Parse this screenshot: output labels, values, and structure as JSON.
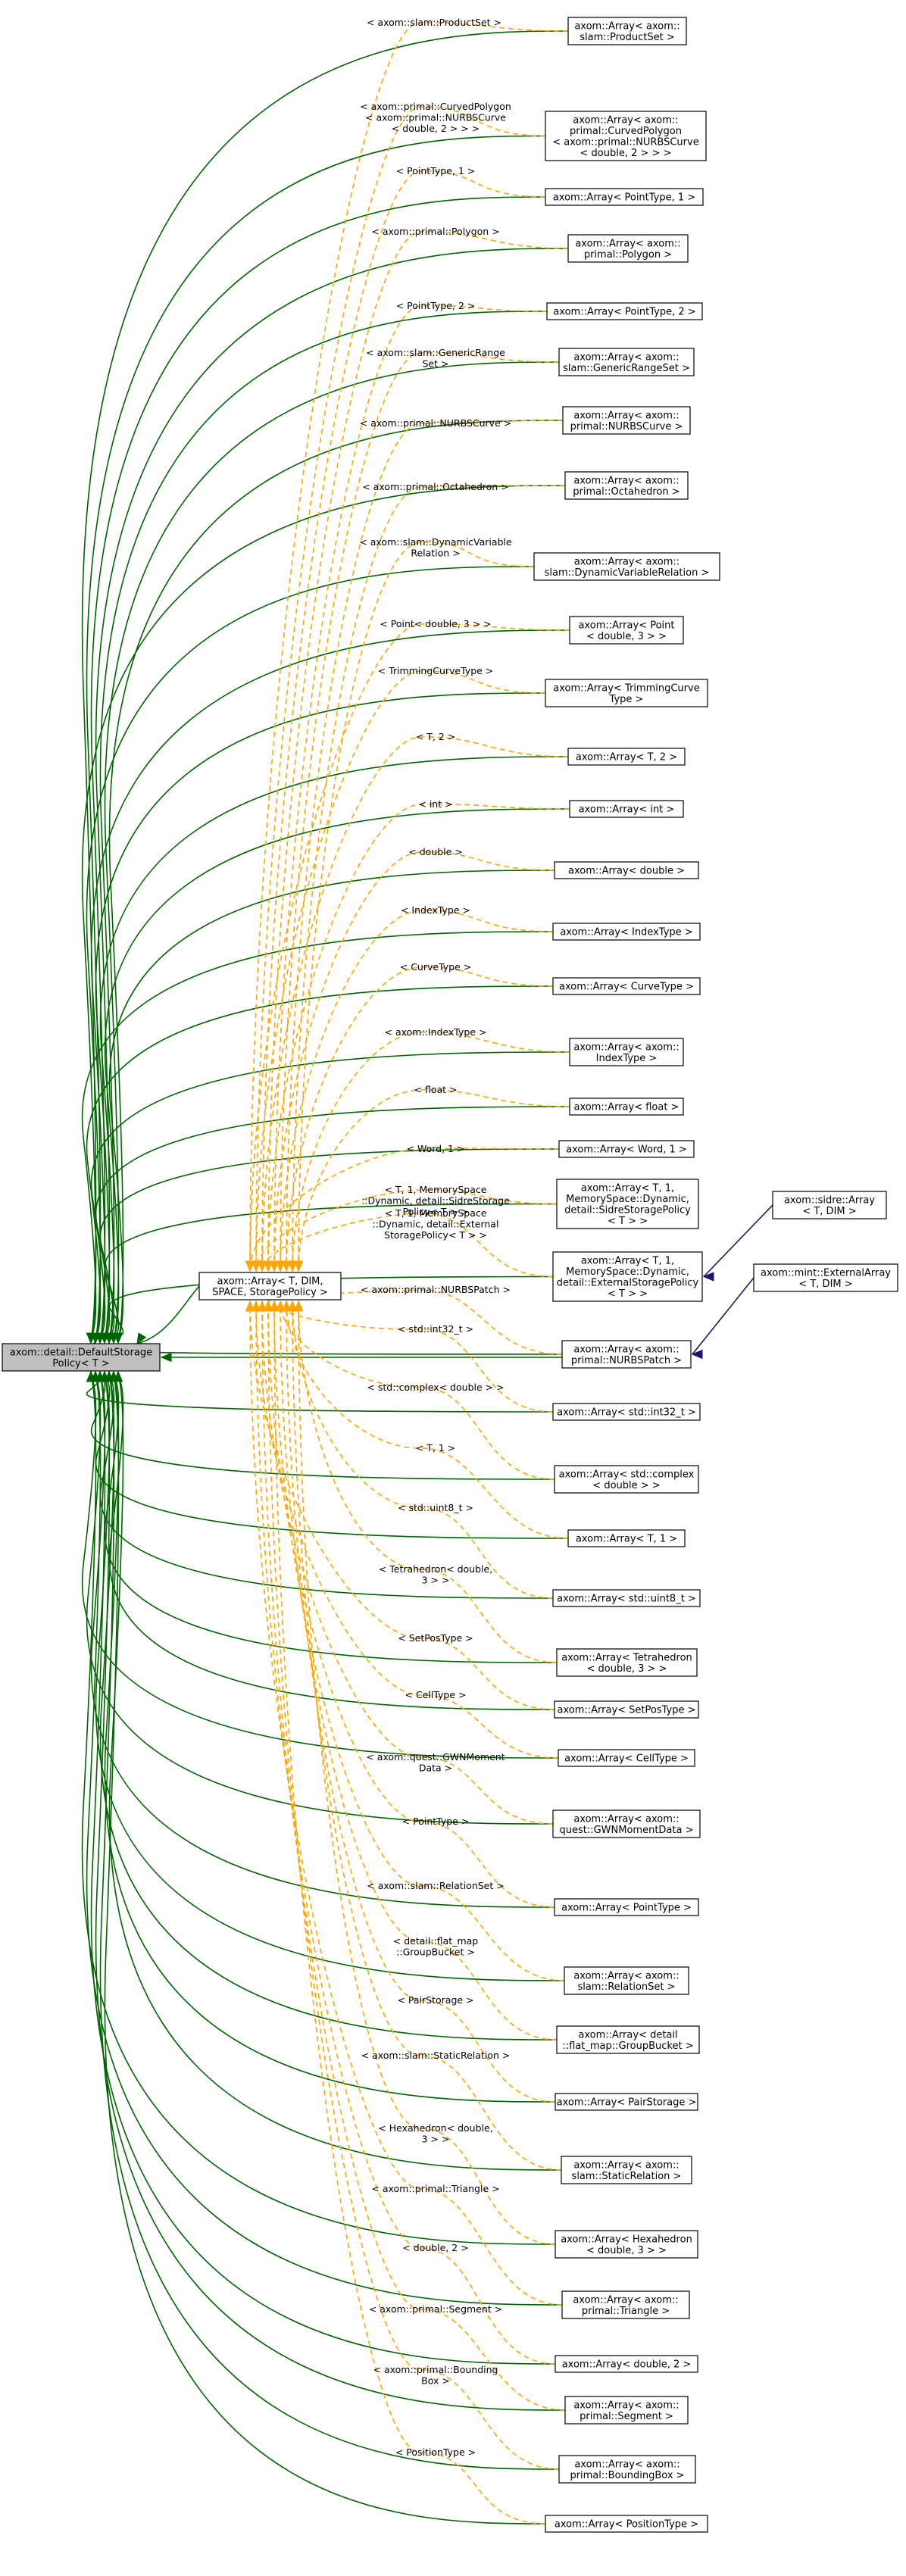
{
  "colors": {
    "inheritance_edge": "#006400",
    "template_edge": "#ffa500",
    "inheritance_edge_blue": "#191970",
    "root_fill": "#bfbfbf"
  },
  "root": {
    "lines": [
      "axom::detail::DefaultStorage",
      "Policy< T >"
    ]
  },
  "template": {
    "lines": [
      "axom::Array< T, DIM,",
      "SPACE, StoragePolicy >"
    ]
  },
  "derived": [
    {
      "lines": [
        "axom::sidre::Array",
        "< T, DIM >"
      ],
      "parent_index": 20
    },
    {
      "lines": [
        "axom::mint::ExternalArray",
        "< T, DIM >"
      ],
      "parent_index": 21
    }
  ],
  "instances": [
    {
      "lines": [
        "axom::Array< axom::",
        "slam::ProductSet >"
      ],
      "label": [
        "< axom::slam::ProductSet >"
      ]
    },
    {
      "lines": [
        "axom::Array< axom::",
        "primal::CurvedPolygon",
        "< axom::primal::NURBSCurve",
        "< double, 2 > > >"
      ],
      "label": [
        "< axom::primal::CurvedPolygon",
        "< axom::primal::NURBSCurve",
        "< double, 2 > > >"
      ]
    },
    {
      "lines": [
        "axom::Array< PointType, 1 >"
      ],
      "label": [
        "< PointType, 1 >"
      ]
    },
    {
      "lines": [
        "axom::Array< axom::",
        "primal::Polygon >"
      ],
      "label": [
        "< axom::primal::Polygon >"
      ]
    },
    {
      "lines": [
        "axom::Array< PointType, 2 >"
      ],
      "label": [
        "< PointType, 2 >"
      ]
    },
    {
      "lines": [
        "axom::Array< axom::",
        "slam::GenericRangeSet >"
      ],
      "label": [
        "< axom::slam::GenericRange",
        "Set >"
      ]
    },
    {
      "lines": [
        "axom::Array< axom::",
        "primal::NURBSCurve >"
      ],
      "label": [
        "< axom::primal::NURBSCurve >"
      ]
    },
    {
      "lines": [
        "axom::Array< axom::",
        "primal::Octahedron >"
      ],
      "label": [
        "< axom::primal::Octahedron >"
      ]
    },
    {
      "lines": [
        "axom::Array< axom::",
        "slam::DynamicVariableRelation >"
      ],
      "label": [
        "< axom::slam::DynamicVariable",
        "Relation >"
      ]
    },
    {
      "lines": [
        "axom::Array< Point",
        "< double, 3 > >"
      ],
      "label": [
        "< Point< double, 3 > >"
      ]
    },
    {
      "lines": [
        "axom::Array< TrimmingCurve",
        "Type >"
      ],
      "label": [
        "< TrimmingCurveType >"
      ]
    },
    {
      "lines": [
        "axom::Array< T, 2 >"
      ],
      "label": [
        "< T, 2 >"
      ]
    },
    {
      "lines": [
        "axom::Array< int >"
      ],
      "label": [
        "< int >"
      ]
    },
    {
      "lines": [
        "axom::Array< double >"
      ],
      "label": [
        "< double >"
      ]
    },
    {
      "lines": [
        "axom::Array< IndexType >"
      ],
      "label": [
        "< IndexType >"
      ]
    },
    {
      "lines": [
        "axom::Array< CurveType >"
      ],
      "label": [
        "< CurveType >"
      ]
    },
    {
      "lines": [
        "axom::Array< axom::",
        "IndexType >"
      ],
      "label": [
        "< axom::IndexType >"
      ]
    },
    {
      "lines": [
        "axom::Array< float >"
      ],
      "label": [
        "< float >"
      ]
    },
    {
      "lines": [
        "axom::Array< Word, 1 >"
      ],
      "label": [
        "< Word, 1 >"
      ]
    },
    {
      "lines": [
        "axom::Array< T, 1,",
        "MemorySpace::Dynamic,",
        "detail::SidreStoragePolicy",
        "< T > >"
      ],
      "label": [
        "< T, 1, MemorySpace",
        "::Dynamic, detail::SidreStorage",
        "Policy< T > >"
      ]
    },
    {
      "lines": [
        "axom::Array< T, 1,",
        "MemorySpace::Dynamic,",
        "detail::ExternalStoragePolicy",
        "< T > >"
      ],
      "label": [
        "< T, 1, MemorySpace",
        "::Dynamic, detail::External",
        "StoragePolicy< T > >"
      ]
    },
    {
      "lines": [
        "axom::Array< axom::",
        "primal::NURBSPatch >"
      ],
      "label": [
        "< axom::primal::NURBSPatch >"
      ]
    },
    {
      "lines": [
        "axom::Array< std::int32_t >"
      ],
      "label": [
        "< std::int32_t >"
      ]
    },
    {
      "lines": [
        "axom::Array< std::complex",
        "< double > >"
      ],
      "label": [
        "< std::complex< double > >"
      ]
    },
    {
      "lines": [
        "axom::Array< T, 1 >"
      ],
      "label": [
        "< T, 1 >"
      ]
    },
    {
      "lines": [
        "axom::Array< std::uint8_t >"
      ],
      "label": [
        "< std::uint8_t >"
      ]
    },
    {
      "lines": [
        "axom::Array< Tetrahedron",
        "< double, 3 > >"
      ],
      "label": [
        "< Tetrahedron< double,",
        "3 > >"
      ]
    },
    {
      "lines": [
        "axom::Array< SetPosType >"
      ],
      "label": [
        "< SetPosType >"
      ]
    },
    {
      "lines": [
        "axom::Array< CellType >"
      ],
      "label": [
        "< CellType >"
      ]
    },
    {
      "lines": [
        "axom::Array< axom::",
        "quest::GWNMomentData >"
      ],
      "label": [
        "< axom::quest::GWNMoment",
        "Data >"
      ]
    },
    {
      "lines": [
        "axom::Array< PointType >"
      ],
      "label": [
        "< PointType >"
      ]
    },
    {
      "lines": [
        "axom::Array< axom::",
        "slam::RelationSet >"
      ],
      "label": [
        "< axom::slam::RelationSet >"
      ]
    },
    {
      "lines": [
        "axom::Array< detail",
        "::flat_map::GroupBucket >"
      ],
      "label": [
        "< detail::flat_map",
        "::GroupBucket >"
      ]
    },
    {
      "lines": [
        "axom::Array< PairStorage >"
      ],
      "label": [
        "< PairStorage >"
      ]
    },
    {
      "lines": [
        "axom::Array< axom::",
        "slam::StaticRelation >"
      ],
      "label": [
        "< axom::slam::StaticRelation >"
      ]
    },
    {
      "lines": [
        "axom::Array< Hexahedron",
        "< double, 3 > >"
      ],
      "label": [
        "< Hexahedron< double,",
        "3 > >"
      ]
    },
    {
      "lines": [
        "axom::Array< axom::",
        "primal::Triangle >"
      ],
      "label": [
        "< axom::primal::Triangle >"
      ]
    },
    {
      "lines": [
        "axom::Array< double, 2 >"
      ],
      "label": [
        "< double, 2 >"
      ]
    },
    {
      "lines": [
        "axom::Array< axom::",
        "primal::Segment >"
      ],
      "label": [
        "< axom::primal::Segment >"
      ]
    },
    {
      "lines": [
        "axom::Array< axom::",
        "primal::BoundingBox >"
      ],
      "label": [
        "< axom::primal::Bounding",
        "Box >"
      ]
    },
    {
      "lines": [
        "axom::Array< PositionType >"
      ],
      "label": [
        "< PositionType >"
      ]
    }
  ]
}
